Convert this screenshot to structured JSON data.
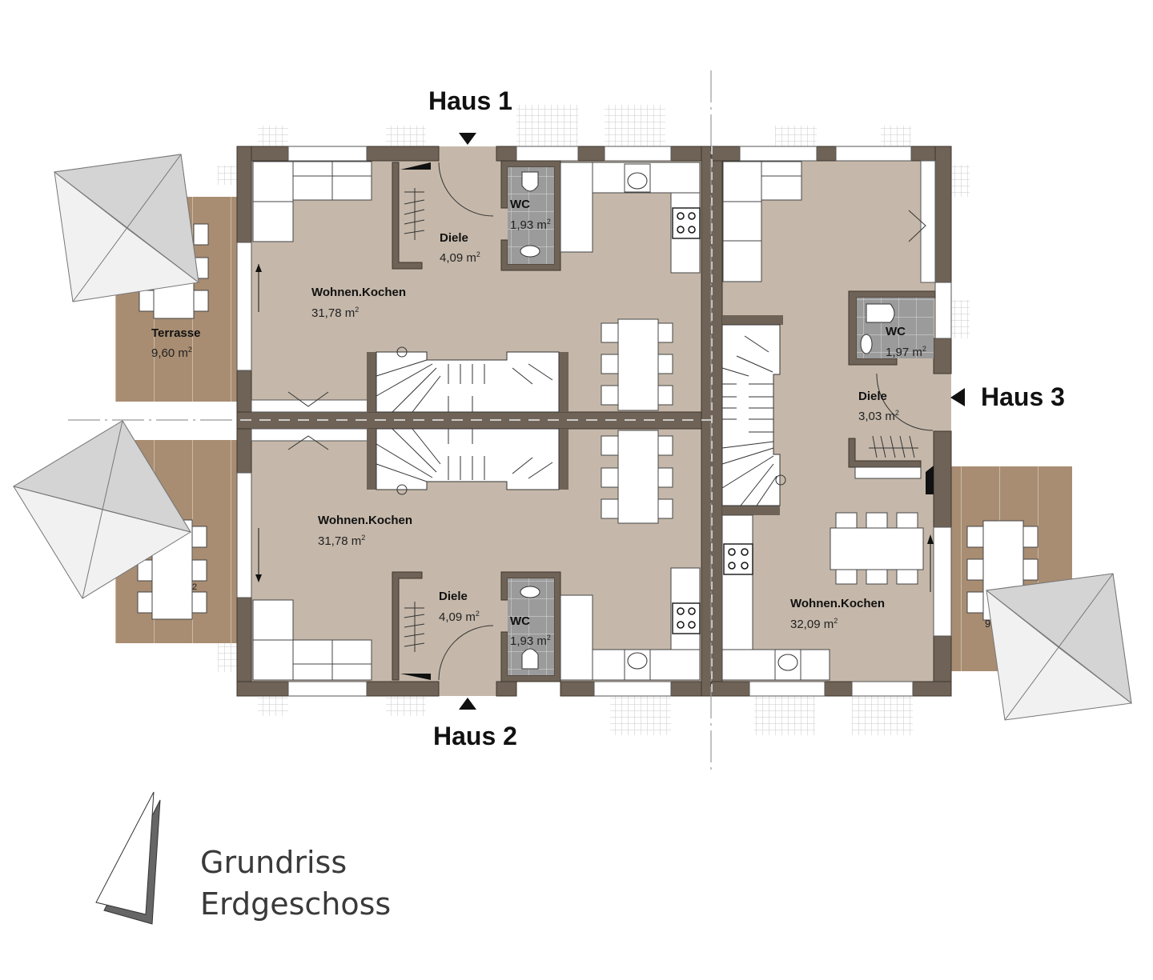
{
  "plan": {
    "title_line1": "Grundriss",
    "title_line2": "Erdgeschoss",
    "colors": {
      "floor": "#c5b8aa",
      "wall": "#6f6357",
      "terrace": "#a88d72",
      "tile": "#9a9a9a",
      "furniture": "#ffffff",
      "umbrella_light": "#f1f1f1",
      "umbrella_dark": "#d4d4d4"
    }
  },
  "houses": [
    {
      "label": "Haus 1",
      "entrance_marker": "▼"
    },
    {
      "label": "Haus 2",
      "entrance_marker": "▲"
    },
    {
      "label": "Haus 3",
      "entrance_marker": "◀"
    }
  ],
  "rooms": {
    "h1_wohnen": {
      "name": "Wohnen.Kochen",
      "area": "31,78 m",
      "unit_sup": "2"
    },
    "h1_diele": {
      "name": "Diele",
      "area": "4,09 m",
      "unit_sup": "2"
    },
    "h1_wc": {
      "name": "WC",
      "area": "1,93 m",
      "unit_sup": "2"
    },
    "h1_terrasse": {
      "name": "Terrasse",
      "area": "9,60 m",
      "unit_sup": "2"
    },
    "h2_wohnen": {
      "name": "Wohnen.Kochen",
      "area": "31,78 m",
      "unit_sup": "2"
    },
    "h2_diele": {
      "name": "Diele",
      "area": "4,09 m",
      "unit_sup": "2"
    },
    "h2_wc": {
      "name": "WC",
      "area": "1,93 m",
      "unit_sup": "2"
    },
    "h2_terrasse_partial": {
      "area": "2"
    },
    "h3_wohnen": {
      "name": "Wohnen.Kochen",
      "area": "32,09 m",
      "unit_sup": "2"
    },
    "h3_diele": {
      "name": "Diele",
      "area": "3,03 m",
      "unit_sup": "2"
    },
    "h3_wc": {
      "name": "WC",
      "area": "1,97 m",
      "unit_sup": "2"
    },
    "h3_terrasse_partial": {
      "area": "9"
    }
  }
}
